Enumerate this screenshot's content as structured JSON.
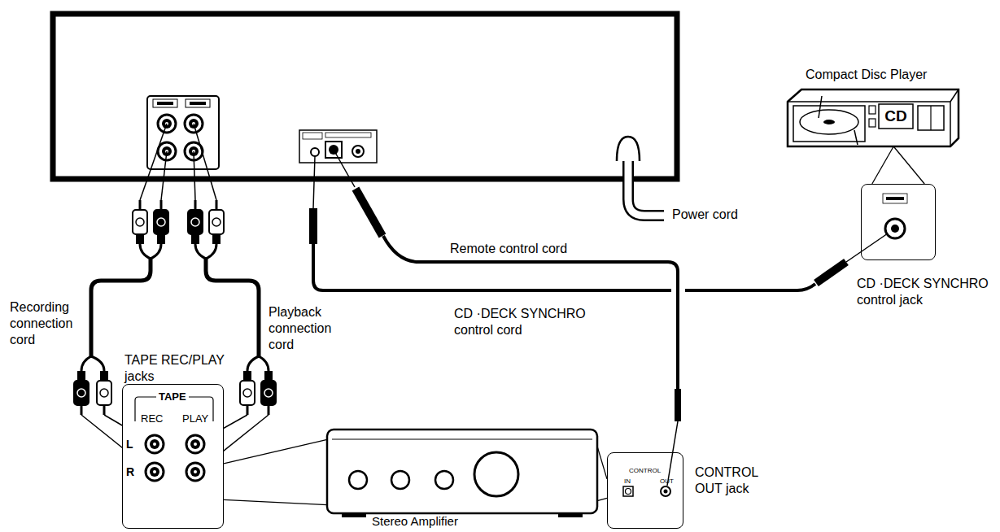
{
  "diagram": {
    "nodes": [
      {
        "text": [
          "Compact Disc Player",
          "CD"
        ]
      },
      {
        "text": [
          "CD ·DECK SYNCHRO control jack"
        ]
      },
      {
        "text": [
          "TAPE REC/PLAY jacks",
          "TAPE",
          "REC",
          "PLAY",
          "L",
          "R"
        ]
      },
      {
        "text": [
          "Stereo Amplifier"
        ]
      },
      {
        "text": [
          "CONTROL OUT jack",
          "CONTROL",
          "IN",
          "OUT"
        ]
      }
    ],
    "edges": [
      {
        "from": 1,
        "to": 0,
        "arrow": "none"
      },
      {
        "from": 2,
        "to": 3,
        "arrow": "none"
      },
      {
        "from": 4,
        "to": 3,
        "arrow": "none"
      }
    ],
    "labels": [
      "Power cord",
      "Remote control cord",
      "CD ·DECK SYNCHRO control cord",
      "Recording connection cord",
      "Playback connection cord"
    ]
  }
}
